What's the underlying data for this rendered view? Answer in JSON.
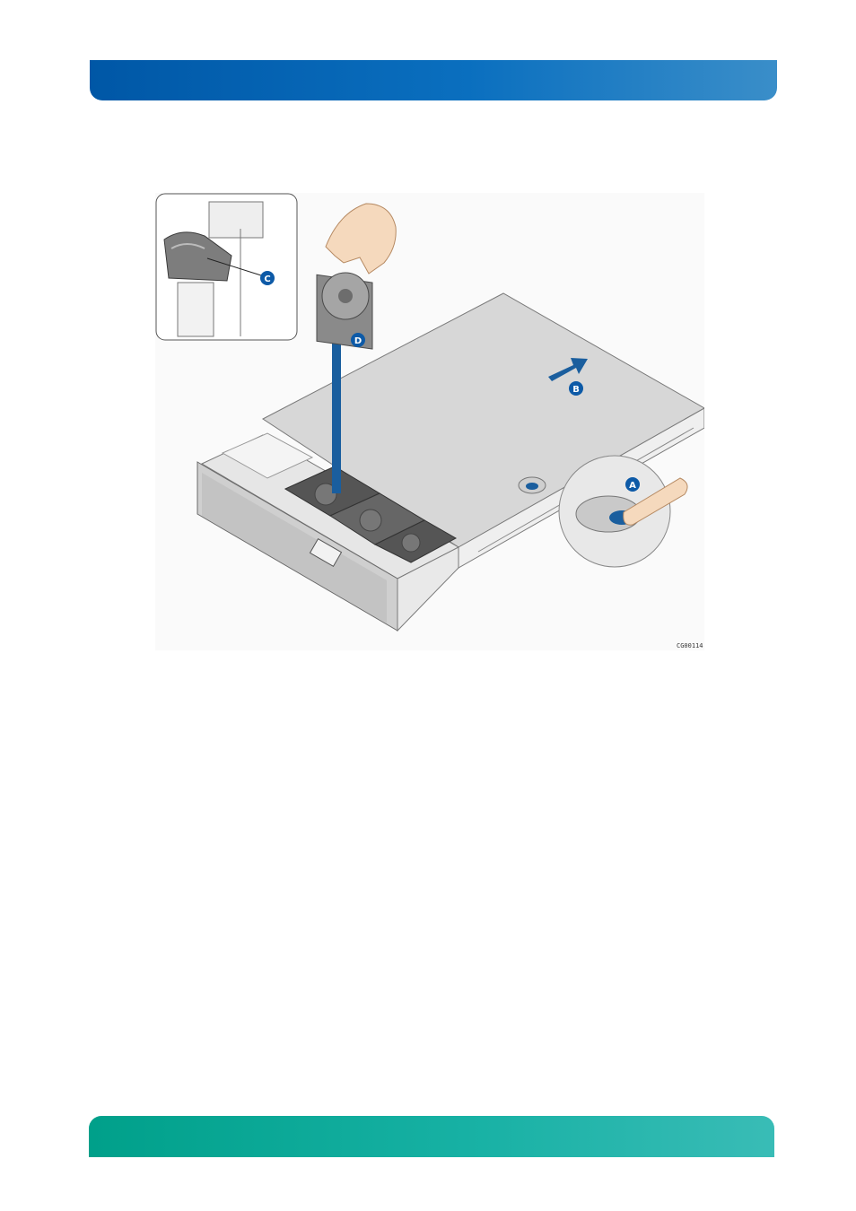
{
  "figure": {
    "callouts": {
      "a": "A",
      "b": "B",
      "c": "C",
      "d": "D"
    },
    "figure_code": "CG00114"
  },
  "colors": {
    "header_blue": "#0057a6",
    "footer_teal": "#00a08a",
    "callout_blue": "#0d5aa7",
    "arrow_blue": "#1a5e9e"
  }
}
